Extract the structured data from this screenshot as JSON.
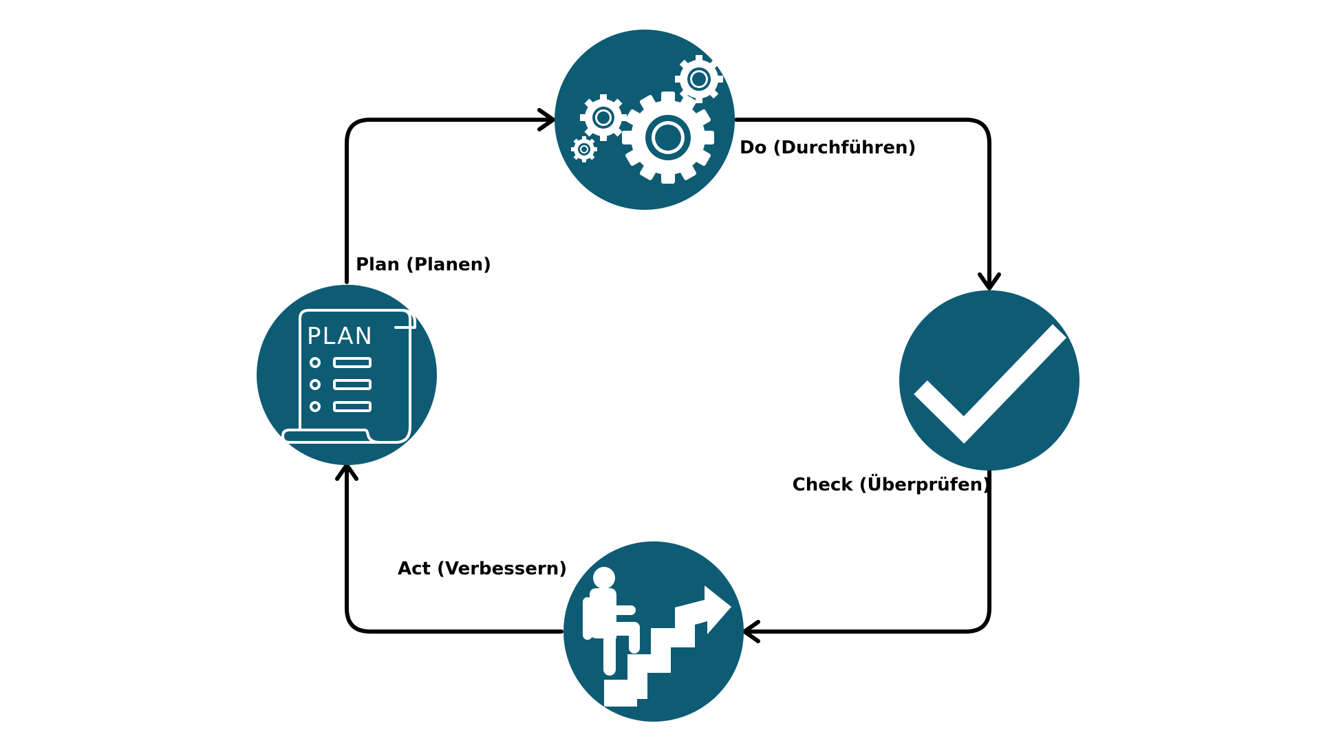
{
  "colors": {
    "circle_fill": "#0e5b74",
    "icon": "#ffffff",
    "arrow": "#000000",
    "background": "#ffffff"
  },
  "stages": {
    "plan": {
      "label": "Plan (Planen)",
      "icon": "plan-scroll-icon",
      "icon_text": "PLAN"
    },
    "do": {
      "label": "Do (Durchführen)",
      "icon": "gears-icon"
    },
    "check": {
      "label": "Check (Überprüfen)",
      "icon": "checkmark-icon"
    },
    "act": {
      "label": "Act (Verbessern)",
      "icon": "person-climbing-stairs-icon"
    }
  },
  "flow": [
    "plan",
    "do",
    "check",
    "act"
  ]
}
